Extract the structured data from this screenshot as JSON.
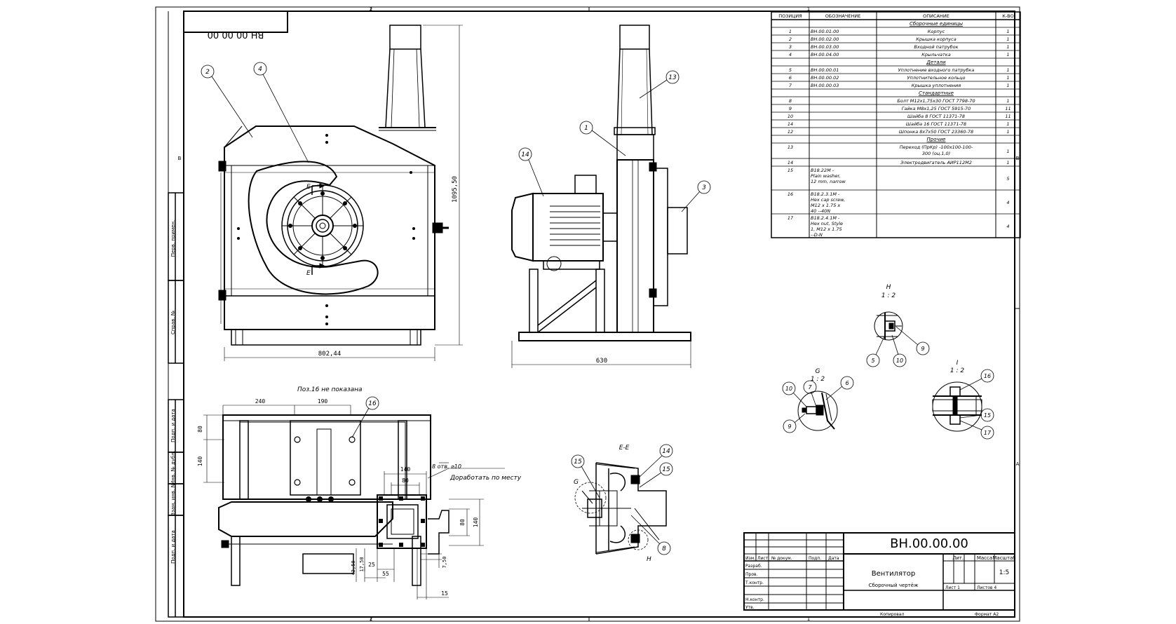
{
  "drawing": {
    "designation": "ВН.00.00.00",
    "mirrored_designation": "ВН.00.00.00",
    "title": "Вентилятор",
    "doc_type": "Сборочный чертёж",
    "scale": "1:5",
    "sheet": "Лист 1",
    "sheets": "Листов 4",
    "copied": "Копировал",
    "format": "Формат A2",
    "tb_headers": {
      "lit": "Лит.",
      "mass": "Масса",
      "scale": "Масштаб"
    },
    "tb_roles": [
      "Изм.",
      "Лист",
      "№ докум.",
      "Подп.",
      "Дата"
    ],
    "tb_people": [
      "Разраб.",
      "Пров.",
      "Т.контр.",
      "",
      "Н.контр.",
      "Утв."
    ],
    "border_zones": {
      "top": [
        "2",
        "1"
      ],
      "bottom": [
        "2",
        "1"
      ],
      "right": [
        "B",
        "A"
      ],
      "left": [
        "B"
      ]
    },
    "side_stamps": [
      "Перв. примен.",
      "Справ. №",
      "Подп. и дата",
      "Инв. № дубл.",
      "Взам. инв. №",
      "Подп. и дата"
    ]
  },
  "spec": {
    "headers": [
      "ПОЗИЦИЯ",
      "ОБОЗНАЧЕНИЕ",
      "ОПИСАНИЕ",
      "К-ВО"
    ],
    "rows": [
      {
        "section": "Сборочные единицы"
      },
      {
        "pos": "1",
        "code": "ВН.00.01.00",
        "desc": "Корпус",
        "qty": "1"
      },
      {
        "pos": "2",
        "code": "ВН.00.02.00",
        "desc": "Крышка корпуса",
        "qty": "1"
      },
      {
        "pos": "3",
        "code": "ВН.00.03.00",
        "desc": "Входной патрубок",
        "qty": "1"
      },
      {
        "pos": "4",
        "code": "ВН.00.04.00",
        "desc": "Крыльчатка",
        "qty": "1"
      },
      {
        "section": "Детали"
      },
      {
        "pos": "5",
        "code": "ВН.00.00.01",
        "desc": "Уплотнение входного патрубка",
        "qty": "1"
      },
      {
        "pos": "6",
        "code": "ВН.00.00.02",
        "desc": "Уплотнительное кольцо",
        "qty": "1"
      },
      {
        "pos": "7",
        "code": "ВН.00.00.03",
        "desc": "Крышка уплотнения",
        "qty": "1"
      },
      {
        "section": "Стандартные"
      },
      {
        "pos": "8",
        "code": "",
        "desc": "Болт М12х1,75х30 ГОСТ 7798-70",
        "qty": "1"
      },
      {
        "pos": "9",
        "code": "",
        "desc": "Гайка М8х1,25 ГОСТ 5915-70",
        "qty": "11"
      },
      {
        "pos": "10",
        "code": "",
        "desc": "Шайба 8 ГОСТ 11371-78",
        "qty": "11"
      },
      {
        "pos": "14",
        "code": "",
        "desc": "Шайба 16 ГОСТ 11371-78",
        "qty": "1"
      },
      {
        "pos": "12",
        "code": "",
        "desc": "Шпонка 8х7х50 ГОСТ 23360-78",
        "qty": "1"
      },
      {
        "section": "Прочие"
      },
      {
        "pos": "13",
        "code": "",
        "desc": "Переход (ПрКр) -100х100-100-300 (оц.1,0)",
        "qty": "1"
      },
      {
        "pos": "14",
        "code": "",
        "desc": "Электродвигатель АИР112М2",
        "qty": "1"
      },
      {
        "pos": "15",
        "code": "B18.22M - Plain washer, 12 mm, narrow",
        "desc": "",
        "qty": "5"
      },
      {
        "pos": "16",
        "code": "B18.2.3.1M - Hex cap screw, M12 x 1.75 x 40 --40N",
        "desc": "",
        "qty": "4"
      },
      {
        "pos": "17",
        "code": "B18.2.4.1M - Hex nut, Style 1, M12 x 1.75 --D-N",
        "desc": "",
        "qty": "4"
      }
    ]
  },
  "views": {
    "front": {
      "dim_width": "802,44",
      "dim_height": "1095,50",
      "balloons": [
        "2",
        "4"
      ],
      "section_marks": [
        "Е",
        "Е"
      ]
    },
    "side": {
      "dim_width": "630",
      "balloons": [
        "13",
        "1",
        "14",
        "3"
      ]
    },
    "plan": {
      "note": "Поз.16 не показана",
      "note2": "Доработать по месту",
      "holes": "8 отв. ⌀10",
      "dims": [
        "240",
        "190",
        "80",
        "140",
        "140",
        "80",
        "80",
        "140",
        "17,50",
        "42,50",
        "25",
        "55",
        "7,50",
        "15"
      ],
      "balloons": [
        "16"
      ]
    },
    "section_ee": {
      "label": "Е-Е",
      "balloons": [
        "15",
        "14",
        "15",
        "8"
      ],
      "marks": [
        "G",
        "H"
      ]
    },
    "detail_h": {
      "label": "H",
      "scale": "1 : 2",
      "balloons": [
        "5",
        "10",
        "9"
      ]
    },
    "detail_g": {
      "label": "G",
      "scale": "1 : 2",
      "balloons": [
        "10",
        "7",
        "6",
        "9"
      ]
    },
    "detail_i": {
      "label": "I",
      "scale": "1 : 2",
      "balloons": [
        "16",
        "15",
        "17"
      ]
    }
  }
}
